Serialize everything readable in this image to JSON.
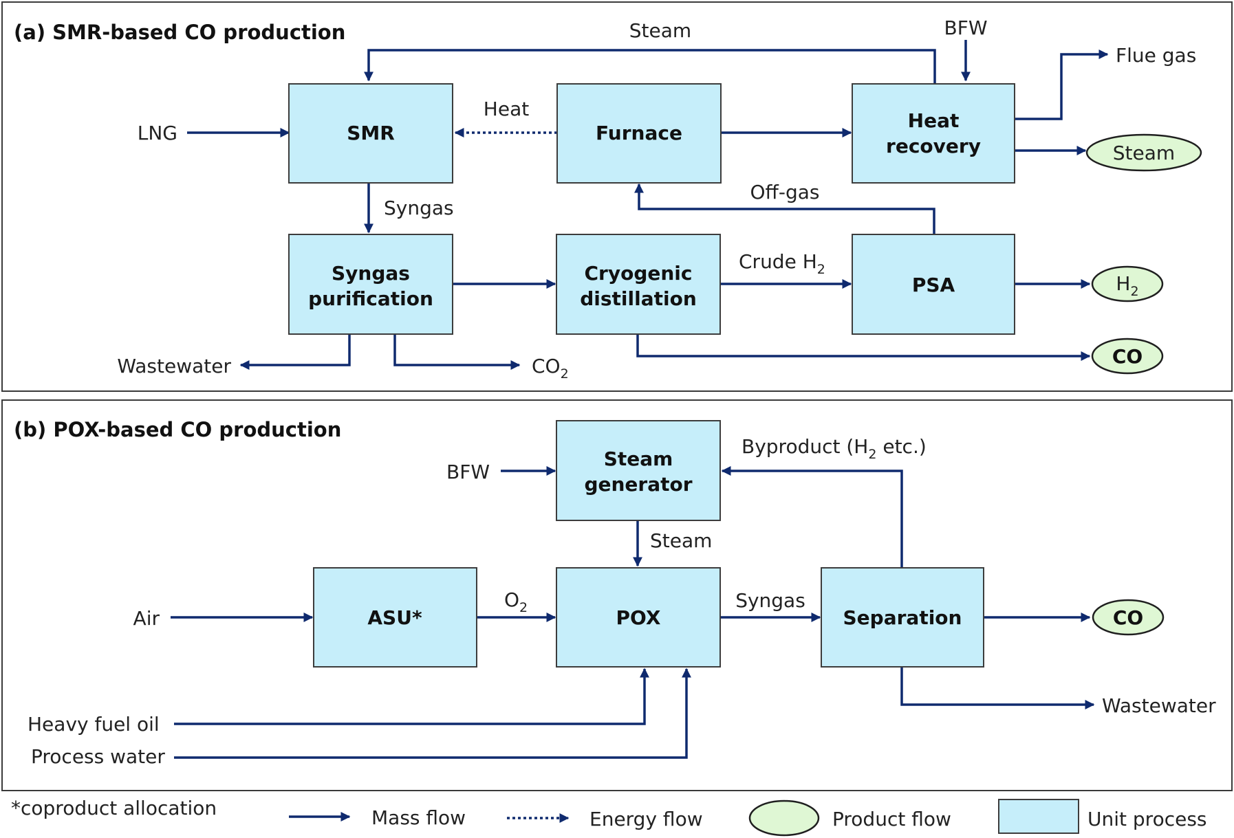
{
  "panel_a": {
    "title": "(a) SMR-based CO production",
    "units": {
      "smr": "SMR",
      "furnace": "Furnace",
      "heat_recovery": [
        "Heat",
        "recovery"
      ],
      "syngas_purification": [
        "Syngas",
        "purification"
      ],
      "cryogenic_distillation": [
        "Cryogenic",
        "distillation"
      ],
      "psa": "PSA"
    },
    "products": {
      "steam": "Steam",
      "h2": "H",
      "h2_sub": "2",
      "co": "CO"
    },
    "labels": {
      "steam_top": "Steam",
      "bfw": "BFW",
      "flue_gas": "Flue gas",
      "lng": "LNG",
      "heat": "Heat",
      "syngas": "Syngas",
      "off_gas": "Off-gas",
      "crude_h2": "Crude H",
      "crude_h2_sub": "2",
      "wastewater": "Wastewater",
      "co2": "CO",
      "co2_sub": "2"
    }
  },
  "panel_b": {
    "title": "(b) POX-based CO production",
    "units": {
      "steam_generator": [
        "Steam",
        "generator"
      ],
      "asu": "ASU*",
      "pox": "POX",
      "separation": "Separation"
    },
    "products": {
      "co": "CO"
    },
    "labels": {
      "bfw": "BFW",
      "byproduct_pre": "Byproduct (H",
      "byproduct_sub": "2",
      "byproduct_post": " etc.)",
      "steam": "Steam",
      "air": "Air",
      "o2": "O",
      "o2_sub": "2",
      "syngas": "Syngas",
      "heavy_fuel_oil": "Heavy fuel oil",
      "process_water": "Process water",
      "wastewater": "Wastewater"
    }
  },
  "legend": {
    "note": "*coproduct allocation",
    "mass_flow": "Mass flow",
    "energy_flow": "Energy flow",
    "product_flow": "Product flow",
    "unit_process": "Unit process"
  },
  "colors": {
    "unit_fill": "#c6eefa",
    "product_fill": "#dff7d4",
    "flow": "#0f2a6e"
  }
}
